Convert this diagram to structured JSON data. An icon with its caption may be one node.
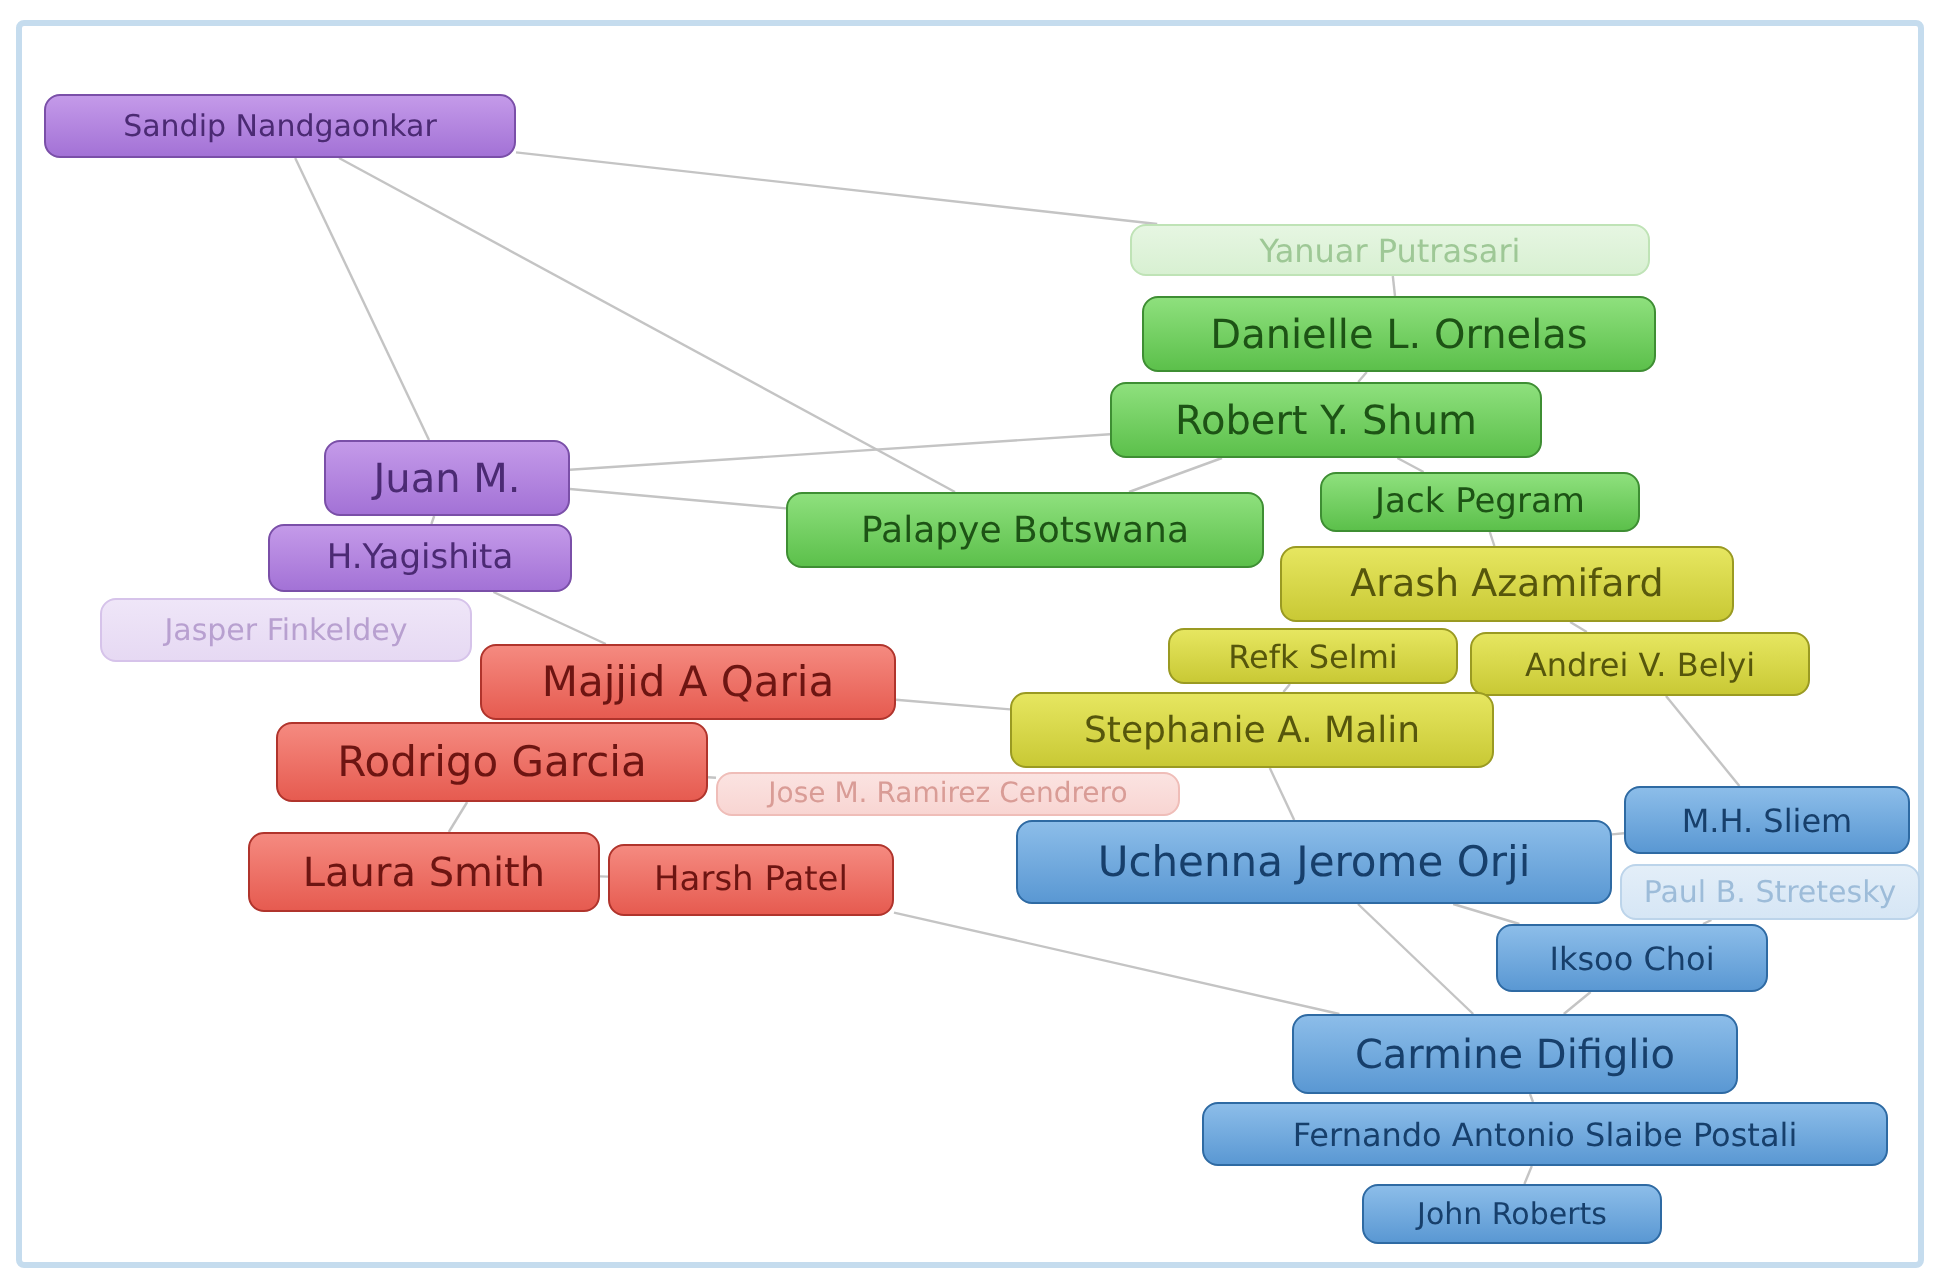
{
  "diagram": {
    "nodes": [
      {
        "text": [
          "Sandip Nandgaonkar"
        ]
      },
      {
        "text": [
          "Yanuar Putrasari"
        ]
      },
      {
        "text": [
          "Danielle L. Ornelas"
        ]
      },
      {
        "text": [
          "Robert Y. Shum"
        ]
      },
      {
        "text": [
          "Jack Pegram"
        ]
      },
      {
        "text": [
          "Palapye Botswana"
        ]
      },
      {
        "text": [
          "Juan M."
        ]
      },
      {
        "text": [
          "H.Yagishita"
        ]
      },
      {
        "text": [
          "Jasper Finkeldey"
        ]
      },
      {
        "text": [
          "Majjid A Qaria"
        ]
      },
      {
        "text": [
          "Arash Azamifard"
        ]
      },
      {
        "text": [
          "Refk Selmi"
        ]
      },
      {
        "text": [
          "Andrei V. Belyi"
        ]
      },
      {
        "text": [
          "Stephanie A. Malin"
        ]
      },
      {
        "text": [
          "Rodrigo Garcia"
        ]
      },
      {
        "text": [
          "Jose M. Ramirez Cendrero"
        ]
      },
      {
        "text": [
          "M.H. Sliem"
        ]
      },
      {
        "text": [
          "Uchenna Jerome Orji"
        ]
      },
      {
        "text": [
          "Laura Smith"
        ]
      },
      {
        "text": [
          "Harsh Patel"
        ]
      },
      {
        "text": [
          "Paul B. Stretesky"
        ]
      },
      {
        "text": [
          "Iksoo Choi"
        ]
      },
      {
        "text": [
          "Carmine Difiglio"
        ]
      },
      {
        "text": [
          "Fernando Antonio Slaibe Postali"
        ]
      },
      {
        "text": [
          "John Roberts"
        ]
      }
    ],
    "edges": [
      {
        "from": 0,
        "to": 6,
        "arrow": "none"
      },
      {
        "from": 0,
        "to": 1,
        "arrow": "none"
      },
      {
        "from": 0,
        "to": 5,
        "arrow": "none"
      },
      {
        "from": 6,
        "to": 7,
        "arrow": "none"
      },
      {
        "from": 6,
        "to": 5,
        "arrow": "none"
      },
      {
        "from": 6,
        "to": 3,
        "arrow": "none"
      },
      {
        "from": 7,
        "to": 9,
        "arrow": "none"
      },
      {
        "from": 14,
        "to": 18,
        "arrow": "none"
      },
      {
        "from": 18,
        "to": 19,
        "arrow": "none"
      },
      {
        "from": 14,
        "to": 15,
        "arrow": "none"
      },
      {
        "from": 9,
        "to": 13,
        "arrow": "none"
      },
      {
        "from": 1,
        "to": 2,
        "arrow": "none"
      },
      {
        "from": 2,
        "to": 3,
        "arrow": "none"
      },
      {
        "from": 3,
        "to": 5,
        "arrow": "none"
      },
      {
        "from": 3,
        "to": 4,
        "arrow": "none"
      },
      {
        "from": 4,
        "to": 10,
        "arrow": "none"
      },
      {
        "from": 10,
        "to": 12,
        "arrow": "none"
      },
      {
        "from": 11,
        "to": 13,
        "arrow": "none"
      },
      {
        "from": 13,
        "to": 17,
        "arrow": "none"
      },
      {
        "from": 12,
        "to": 16,
        "arrow": "none"
      },
      {
        "from": 17,
        "to": 16,
        "arrow": "none"
      },
      {
        "from": 17,
        "to": 21,
        "arrow": "none"
      },
      {
        "from": 17,
        "to": 22,
        "arrow": "none"
      },
      {
        "from": 20,
        "to": 21,
        "arrow": "none"
      },
      {
        "from": 21,
        "to": 22,
        "arrow": "none"
      },
      {
        "from": 22,
        "to": 23,
        "arrow": "none"
      },
      {
        "from": 23,
        "to": 24,
        "arrow": "none"
      },
      {
        "from": 19,
        "to": 22,
        "arrow": "none"
      }
    ]
  }
}
